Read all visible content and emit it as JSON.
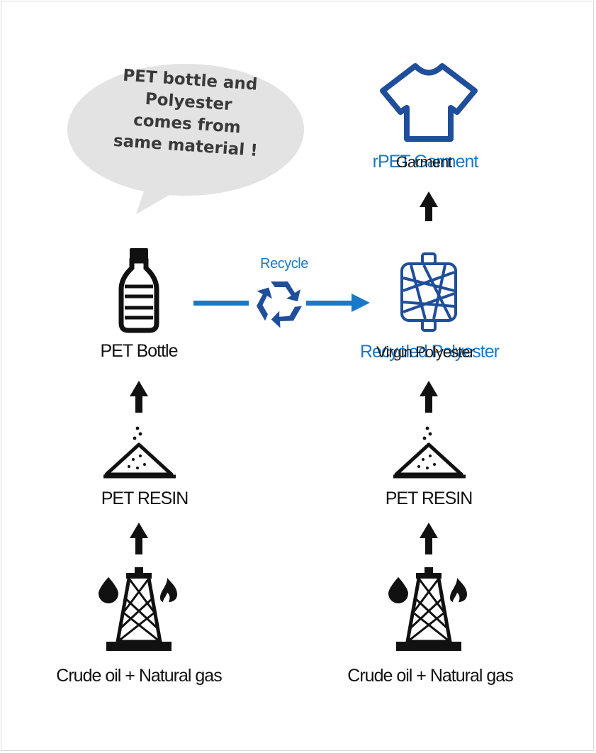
{
  "bubble": {
    "line1": "PET bottle and",
    "line2": "Polyester",
    "line3": "comes from",
    "line4": "same material !"
  },
  "left_column": {
    "bottle_label": "PET Bottle",
    "resin_label": "PET RESIN",
    "source_label": "Crude oil + Natural gas"
  },
  "right_column": {
    "garment_label_blue": "rPET Garment",
    "garment_label_overlay": "Garment",
    "yarn_label_blue": "Recycled Polyester",
    "yarn_label_overlay": "Virgin Polyester",
    "resin_label": "PET RESIN",
    "source_label": "Crude oil + Natural gas"
  },
  "recycle": {
    "label": "Recycle"
  },
  "colors": {
    "blue": "#1a78c8",
    "navy": "#1f4e9b",
    "bubble": "#e3e3e3",
    "icon": "#111111"
  }
}
